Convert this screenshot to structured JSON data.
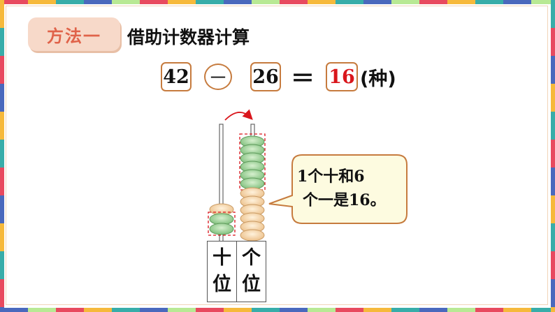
{
  "header": {
    "method_tag": "方法一",
    "method_title": "借助计数器计算"
  },
  "equation": {
    "minuend": "42",
    "operator": "－",
    "subtrahend": "26",
    "equals": "＝",
    "result": "16",
    "unit": "(种)"
  },
  "abacus": {
    "tens_label_1": "十",
    "tens_label_2": "位",
    "ones_label_1": "个",
    "ones_label_2": "位",
    "tens_beads": 2,
    "ones_beads_green": 6,
    "ones_beads_tan": 6
  },
  "speech_bubble": {
    "line1": "1个十和6",
    "line2": "个一是16。"
  },
  "colors": {
    "accent_orange": "#c67b3e",
    "result_red": "#d9161c",
    "tag_bg": "#f7d9c9",
    "bead_green": "#8cc88a",
    "bead_tan": "#f3cfa0",
    "bubble_bg": "#fdfbe0"
  }
}
